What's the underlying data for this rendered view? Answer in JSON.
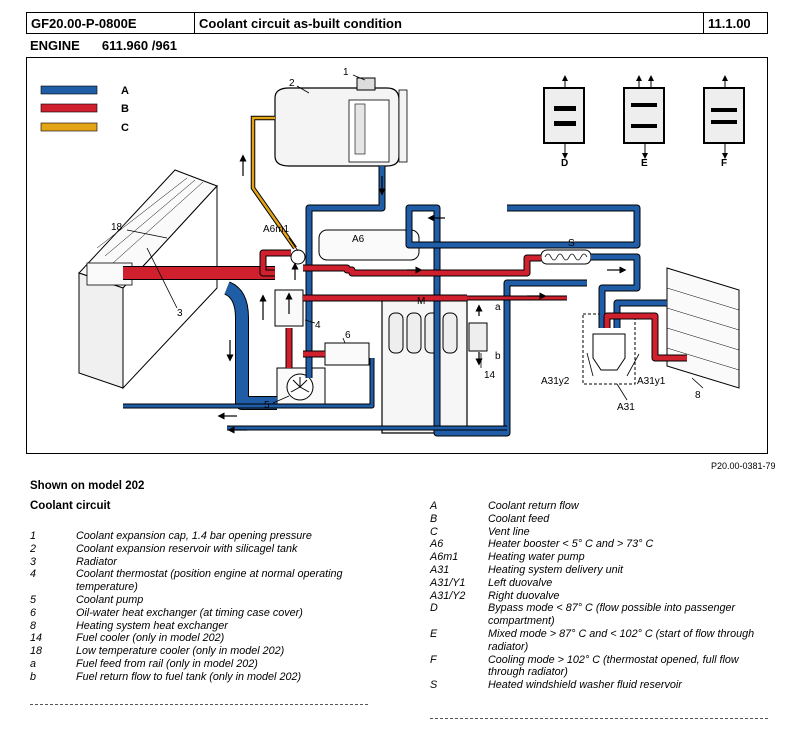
{
  "header": {
    "doc_code": "GF20.00-P-0800E",
    "title": "Coolant circuit as-built condition",
    "version": "11.1.00"
  },
  "engine": {
    "label": "ENGINE",
    "models": "611.960 /961"
  },
  "diagram": {
    "colors": {
      "return": "#1f5da6",
      "feed": "#d0202e",
      "vent": "#e3a417"
    },
    "key": [
      {
        "letter": "A",
        "color": "#1f5da6"
      },
      {
        "letter": "B",
        "color": "#d0202e"
      },
      {
        "letter": "C",
        "color": "#e3a417"
      }
    ],
    "labels": {
      "l1": "1",
      "l2": "2",
      "l3": "3",
      "l4": "4",
      "l5": "5",
      "l6": "6",
      "l8": "8",
      "l14": "14",
      "l18": "18",
      "a6": "A6",
      "a6m1": "A6m1",
      "s": "S",
      "m": "M",
      "a": "a",
      "b": "b",
      "a31y2": "A31y2",
      "a31y1": "A31y1",
      "a31": "A31",
      "d": "D",
      "e": "E",
      "f": "F"
    }
  },
  "reference": "P20.00-0381-79",
  "shown_on": "Shown on model 202",
  "section_title": "Coolant circuit",
  "legend_left": [
    {
      "key": "1",
      "text": "Coolant expansion cap, 1.4 bar opening pressure"
    },
    {
      "key": "2",
      "text": "Coolant expansion reservoir with silicagel tank"
    },
    {
      "key": "3",
      "text": "Radiator"
    },
    {
      "key": "4",
      "text": "Coolant thermostat (position engine at normal operating temperature)"
    },
    {
      "key": "5",
      "text": "Coolant pump"
    },
    {
      "key": "6",
      "text": "Oil-water heat exchanger (at timing case cover)"
    },
    {
      "key": "8",
      "text": "Heating system heat exchanger"
    },
    {
      "key": "14",
      "text": "Fuel cooler (only in model 202)"
    },
    {
      "key": "18",
      "text": "Low temperature cooler (only in model 202)"
    },
    {
      "key": "a",
      "text": "Fuel feed from rail (only in model 202)"
    },
    {
      "key": "b",
      "text": "Fuel return flow to fuel tank (only in model 202)"
    }
  ],
  "legend_right": [
    {
      "key": "A",
      "text": "Coolant return flow"
    },
    {
      "key": "B",
      "text": "Coolant feed"
    },
    {
      "key": "C",
      "text": "Vent line"
    },
    {
      "key": "A6",
      "text": "Heater booster < 5° C and > 73° C"
    },
    {
      "key": "A6m1",
      "text": "Heating water pump"
    },
    {
      "key": "A31",
      "text": "Heating system delivery unit"
    },
    {
      "key": "A31/Y1",
      "text": "Left duovalve"
    },
    {
      "key": "A31/Y2",
      "text": "Right duovalve"
    },
    {
      "key": "D",
      "text": "Bypass mode < 87° C (flow possible into passenger compartment)"
    },
    {
      "key": "E",
      "text": "Mixed mode > 87° C and < 102° C (start of flow through radiator)"
    },
    {
      "key": "F",
      "text": "Cooling mode > 102° C (thermostat opened, full flow through radiator)"
    },
    {
      "key": "S",
      "text": "Heated windshield washer fluid reservoir"
    }
  ]
}
